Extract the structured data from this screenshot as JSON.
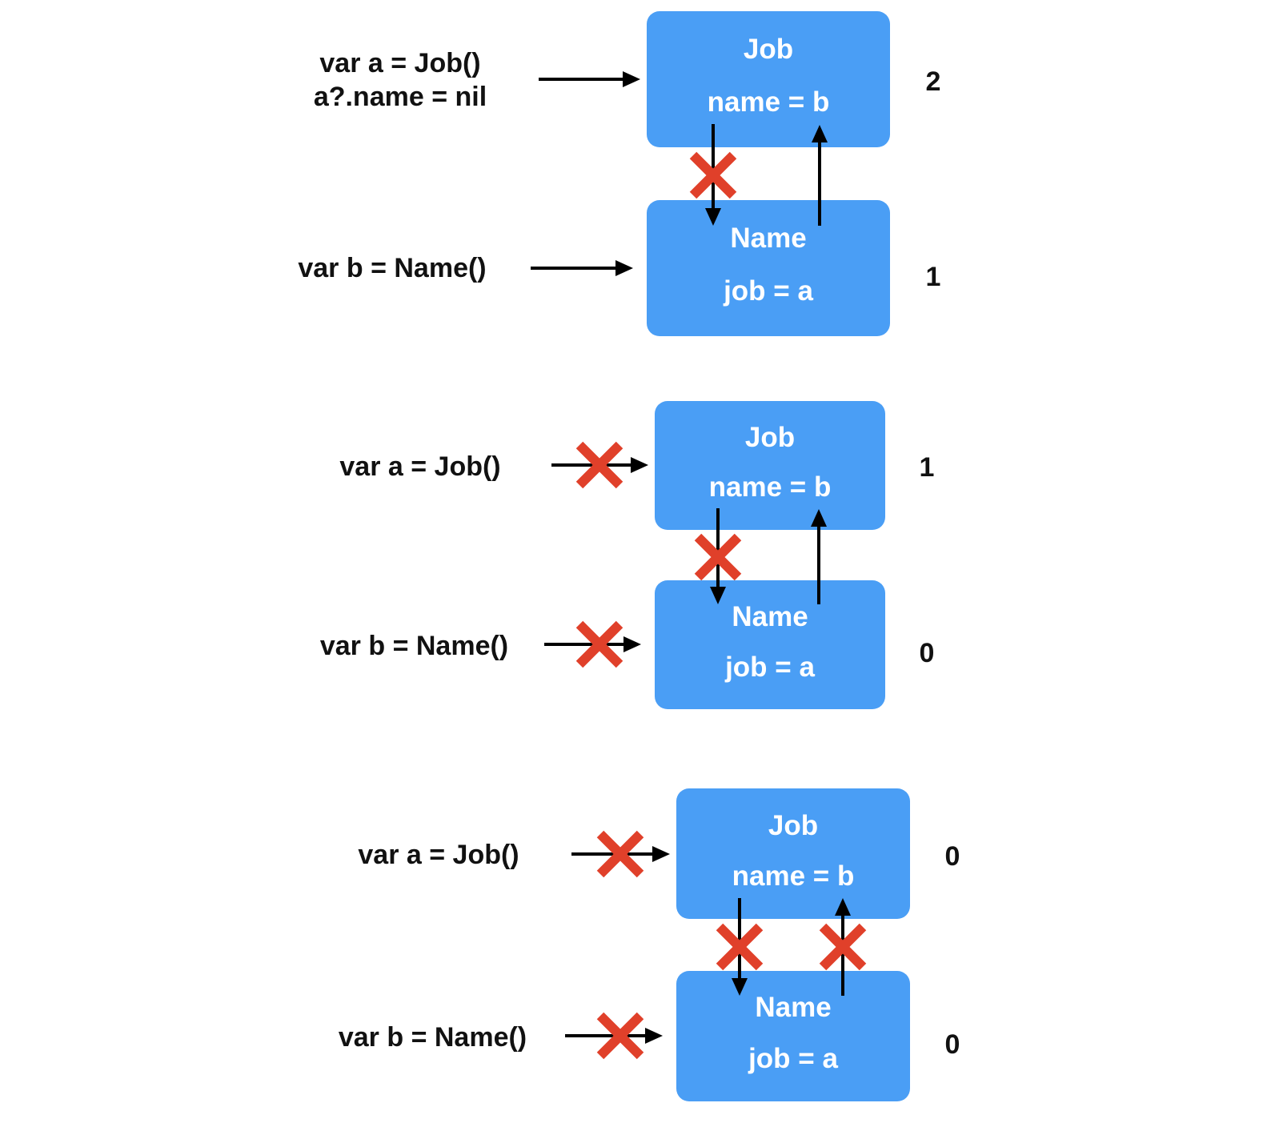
{
  "colors": {
    "box": "#4a9ef5",
    "cross": "#e0402a",
    "arrow": "#000000"
  },
  "panels": [
    {
      "job": {
        "title": "Job",
        "field": "name = b"
      },
      "name": {
        "title": "Name",
        "field": "job = a"
      },
      "code_a": [
        "var a = Job()",
        "a?.name = nil"
      ],
      "code_b": [
        "var b = Name()"
      ],
      "count_a": "2",
      "count_b": "1",
      "crossed": {
        "var_a": false,
        "var_b": false,
        "job_to_name": true,
        "name_to_job": false
      }
    },
    {
      "job": {
        "title": "Job",
        "field": "name = b"
      },
      "name": {
        "title": "Name",
        "field": "job = a"
      },
      "code_a": [
        "var a = Job()"
      ],
      "code_b": [
        "var b = Name()"
      ],
      "count_a": "1",
      "count_b": "0",
      "crossed": {
        "var_a": true,
        "var_b": true,
        "job_to_name": true,
        "name_to_job": false
      }
    },
    {
      "job": {
        "title": "Job",
        "field": "name = b"
      },
      "name": {
        "title": "Name",
        "field": "job = a"
      },
      "code_a": [
        "var a = Job()"
      ],
      "code_b": [
        "var b = Name()"
      ],
      "count_a": "0",
      "count_b": "0",
      "crossed": {
        "var_a": true,
        "var_b": true,
        "job_to_name": true,
        "name_to_job": true
      }
    }
  ]
}
